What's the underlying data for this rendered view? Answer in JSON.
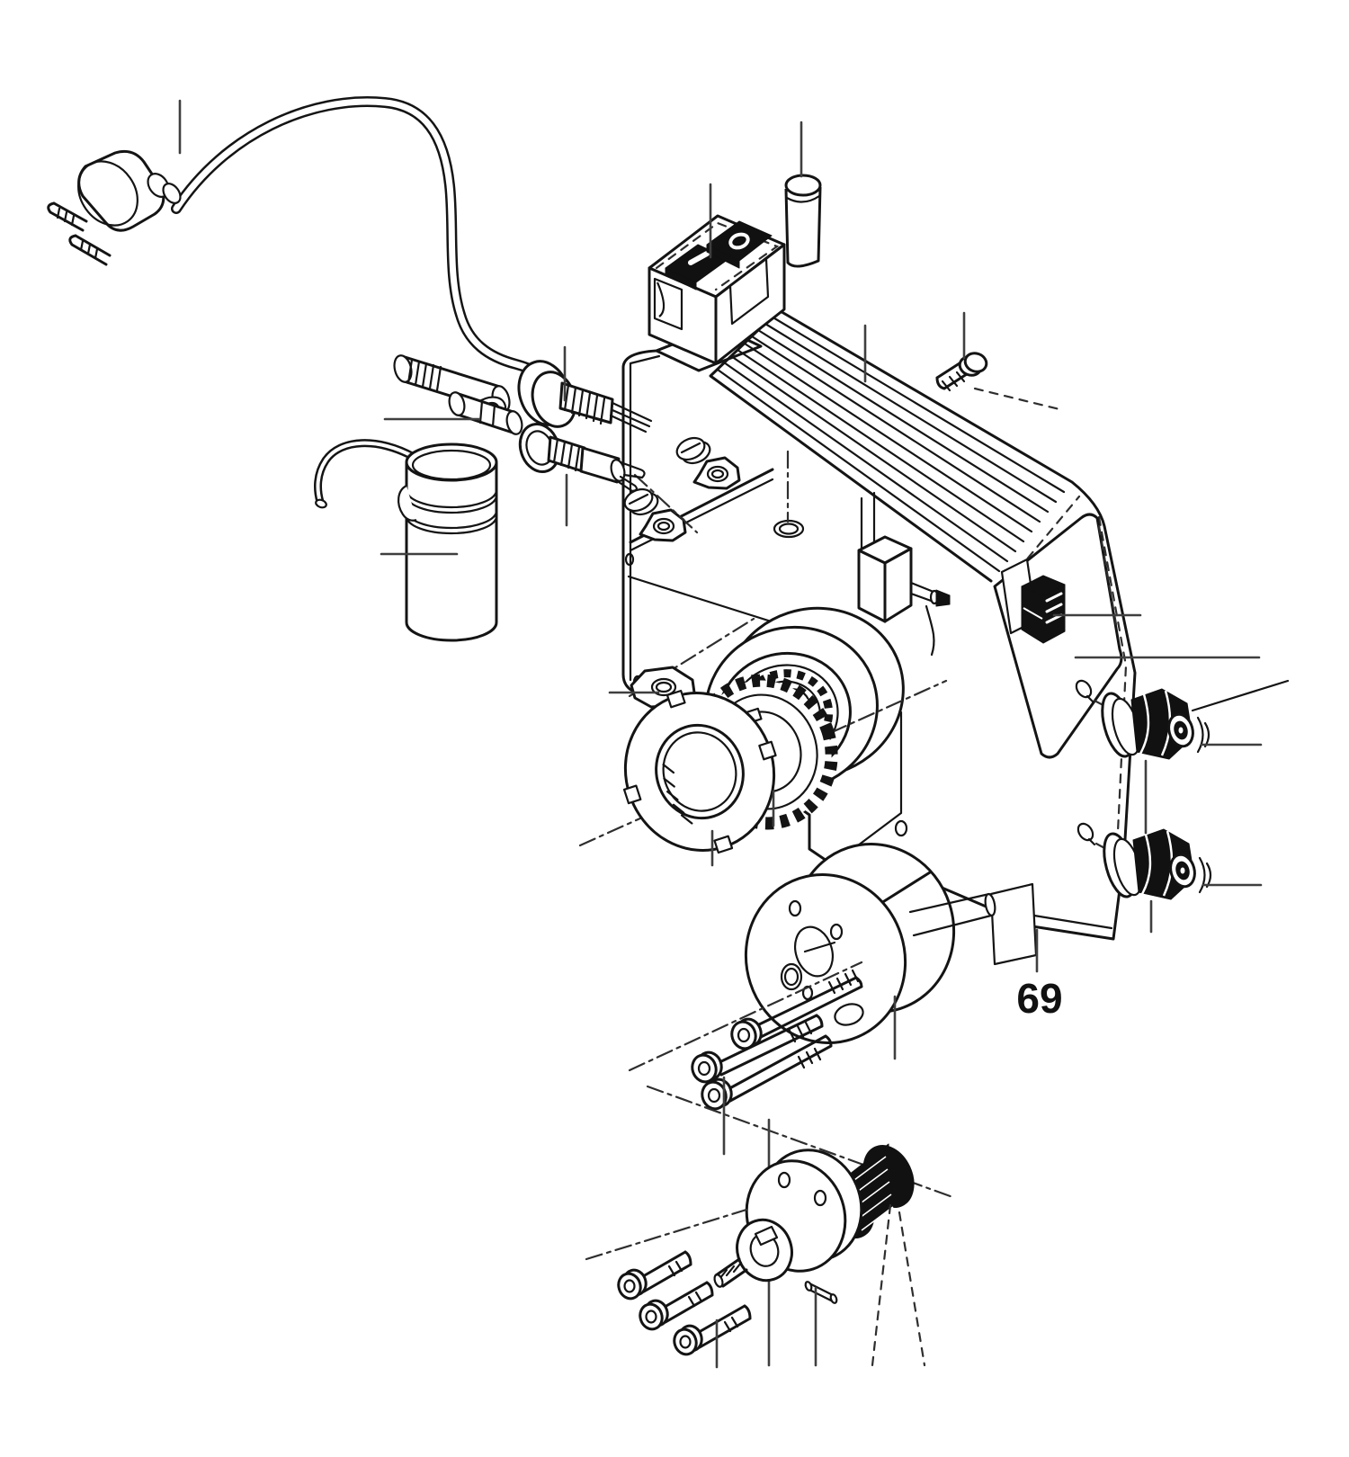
{
  "figure": {
    "part_label": "69",
    "background_color": "#ffffff",
    "line_color": "#141414",
    "leader_line_color": "#3f3f3f",
    "component_fill_black": "#111111"
  },
  "icons": {
    "power_on_icon": "I",
    "power_off_icon": "O"
  }
}
